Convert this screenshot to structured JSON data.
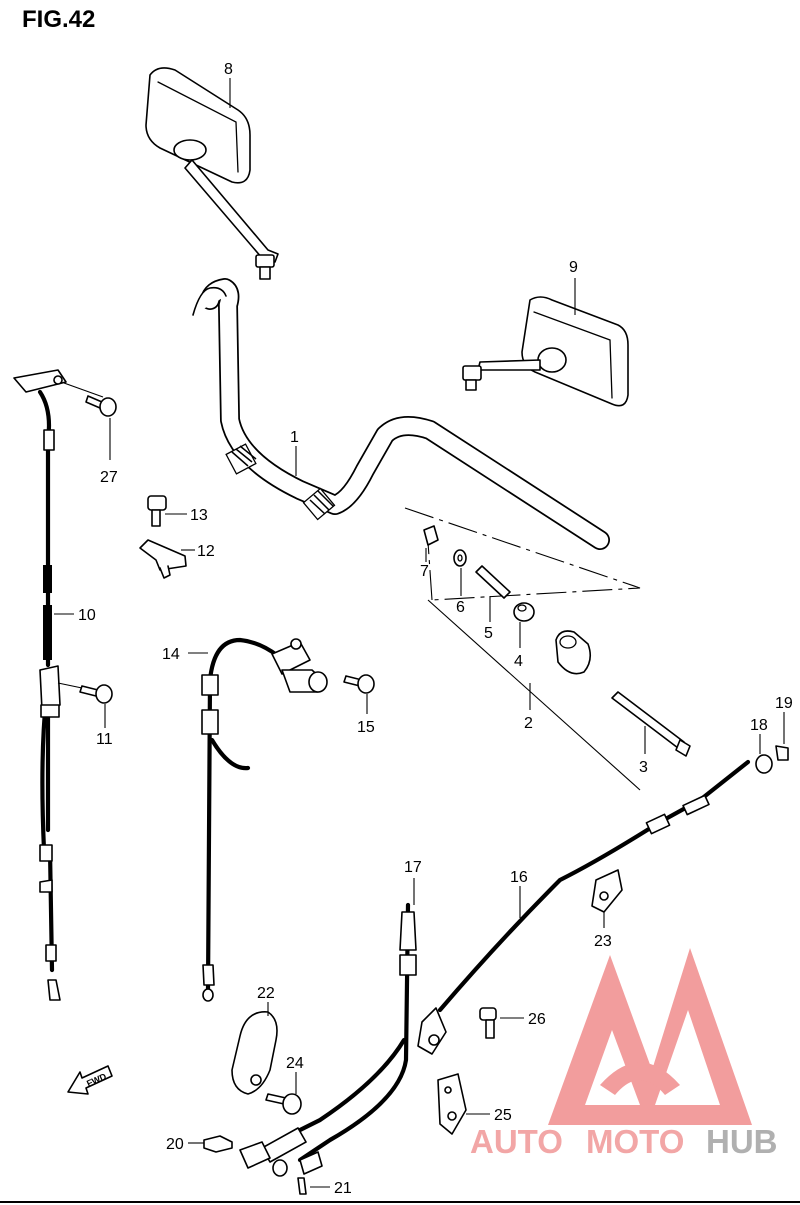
{
  "figure": {
    "title": "FIG.42"
  },
  "callouts": [
    {
      "id": "1",
      "label": "1"
    },
    {
      "id": "2",
      "label": "2"
    },
    {
      "id": "3",
      "label": "3"
    },
    {
      "id": "4",
      "label": "4"
    },
    {
      "id": "5",
      "label": "5"
    },
    {
      "id": "6",
      "label": "6"
    },
    {
      "id": "7",
      "label": "7"
    },
    {
      "id": "8",
      "label": "8"
    },
    {
      "id": "9",
      "label": "9"
    },
    {
      "id": "10",
      "label": "10"
    },
    {
      "id": "11",
      "label": "11"
    },
    {
      "id": "12",
      "label": "12"
    },
    {
      "id": "13",
      "label": "13"
    },
    {
      "id": "14",
      "label": "14"
    },
    {
      "id": "15",
      "label": "15"
    },
    {
      "id": "16",
      "label": "16"
    },
    {
      "id": "17",
      "label": "17"
    },
    {
      "id": "18",
      "label": "18"
    },
    {
      "id": "19",
      "label": "19"
    },
    {
      "id": "20",
      "label": "20"
    },
    {
      "id": "21",
      "label": "21"
    },
    {
      "id": "22",
      "label": "22"
    },
    {
      "id": "23",
      "label": "23"
    },
    {
      "id": "24",
      "label": "24"
    },
    {
      "id": "25",
      "label": "25"
    },
    {
      "id": "26",
      "label": "26"
    },
    {
      "id": "27",
      "label": "27"
    }
  ],
  "direction_arrow": {
    "label": "FWD"
  },
  "watermark": {
    "part1": "AUTO",
    "part2": "MOTO",
    "part3": "HUB",
    "color_primary": "#f2a6a6",
    "color_hub": "#b0b0b0",
    "color_logo": "#f08c8c"
  }
}
